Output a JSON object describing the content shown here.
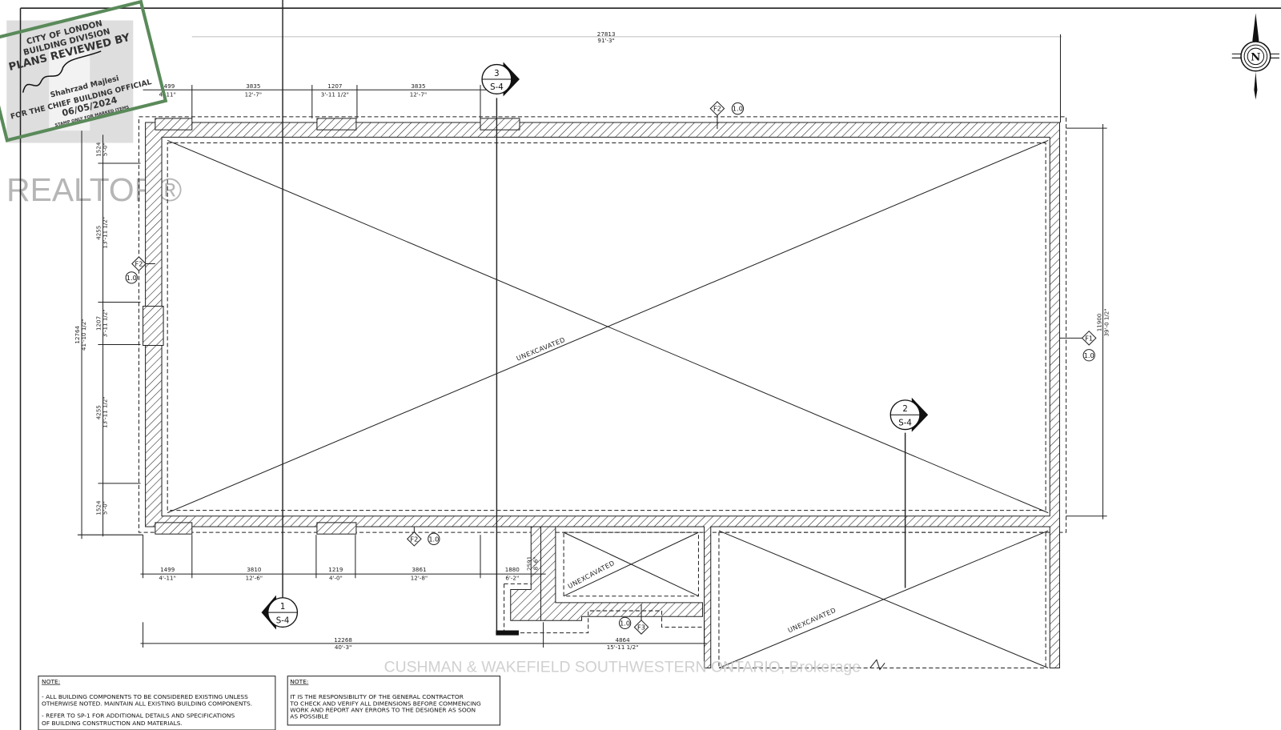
{
  "stamp": {
    "line1": "CITY OF LONDON",
    "line2": "BUILDING DIVISION",
    "line3": "PLANS REVIEWED BY",
    "name": "Shahrzad Majlesi",
    "line4": "FOR THE CHIEF BUILDING OFFICIAL",
    "date": "06/05/2024",
    "footer": "STAMP ONLY FOR MARKED ITEMS",
    "color": "#5a8a5a"
  },
  "realtor_logo": "REALTOR®",
  "watermark": "CUSHMAN & WAKEFIELD SOUTHWESTERN ONTARIO, Brokerage",
  "dimensions": {
    "overall_top": {
      "mm": "27813",
      "ft": "91'-3\""
    },
    "top": [
      {
        "mm": "1499",
        "ft": "4'-11\""
      },
      {
        "mm": "3835",
        "ft": "12'-7\""
      },
      {
        "mm": "1207",
        "ft": "3'-11 1/2\""
      },
      {
        "mm": "3835",
        "ft": "12'-7\""
      }
    ],
    "bottom": [
      {
        "mm": "1499",
        "ft": "4'-11\""
      },
      {
        "mm": "3810",
        "ft": "12'-6\""
      },
      {
        "mm": "1219",
        "ft": "4'-0\""
      },
      {
        "mm": "3861",
        "ft": "12'-8\""
      },
      {
        "mm": "1880",
        "ft": "6'-2\""
      }
    ],
    "vertical_small": {
      "mm": "2591",
      "ft": "8'-6\""
    },
    "bottom_overall": [
      {
        "mm": "12268",
        "ft": "40'-3\""
      },
      {
        "mm": "4864",
        "ft": "15'-11 1/2\""
      }
    ],
    "left": [
      {
        "mm": "1524",
        "ft": "5'-0\""
      },
      {
        "mm": "4255",
        "ft": "13'-11 1/2\""
      },
      {
        "mm": "1207",
        "ft": "3'-11 1/2\""
      },
      {
        "mm": "4255",
        "ft": "13'-11 1/2\""
      },
      {
        "mm": "1524",
        "ft": "5'-0\""
      }
    ],
    "left_overall": {
      "mm": "12764",
      "ft": "41'-10 1/2\""
    },
    "right_overall": {
      "mm": "11900",
      "ft": "39'-0 1/2\""
    }
  },
  "sections": [
    {
      "num": "3",
      "sheet": "S-4"
    },
    {
      "num": "2",
      "sheet": "S-4"
    },
    {
      "num": "1",
      "sheet": "S-4"
    }
  ],
  "tags": {
    "top": {
      "footing": "F2",
      "scale": "1.0"
    },
    "left": {
      "footing": "F2",
      "scale": "1.0"
    },
    "right": {
      "footing": "F1",
      "scale": "1.0"
    },
    "bottom": {
      "footing": "F2",
      "scale": "1.0"
    },
    "bottom2": {
      "footing": "F3",
      "scale": "1.0"
    }
  },
  "areas": {
    "unexcavated": "UNEXCAVATED"
  },
  "north": "N",
  "notes": [
    {
      "title": "NOTE:",
      "lines": [
        "- ALL BUILDING COMPONENTS TO BE CONSIDERED EXISTING UNLESS",
        "  OTHERWISE NOTED.  MAINTAIN ALL EXISTING BUILDING COMPONENTS.",
        "- REFER TO SP-1 FOR ADDITIONAL DETAILS AND SPECIFICATIONS",
        "OF BUILDING CONSTRUCTION AND MATERIALS."
      ]
    },
    {
      "title": "NOTE:",
      "lines": [
        "IT IS THE RESPONSIBILITY OF THE GENERAL CONTRACTOR",
        "TO CHECK AND VERIFY ALL DIMENSIONS BEFORE COMMENCING",
        "WORK AND REPORT ANY ERRORS TO THE DESIGNER AS SOON",
        "AS POSSIBLE"
      ]
    }
  ]
}
